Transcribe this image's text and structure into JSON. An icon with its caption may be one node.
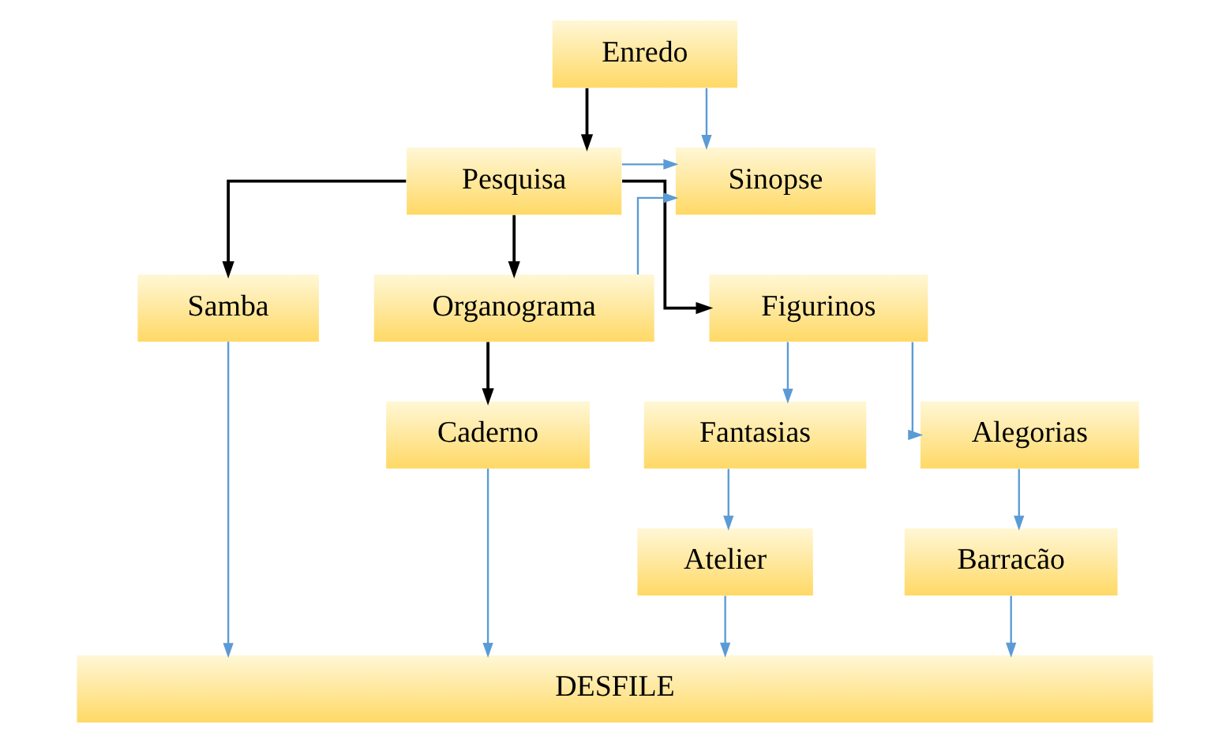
{
  "diagram": {
    "nodes": [
      {
        "text": [
          "Enredo"
        ]
      },
      {
        "text": [
          "Pesquisa"
        ]
      },
      {
        "text": [
          "Sinopse"
        ]
      },
      {
        "text": [
          "Samba"
        ]
      },
      {
        "text": [
          "Organograma"
        ]
      },
      {
        "text": [
          "Figurinos"
        ]
      },
      {
        "text": [
          "Caderno"
        ]
      },
      {
        "text": [
          "Fantasias"
        ]
      },
      {
        "text": [
          "Alegorias"
        ]
      },
      {
        "text": [
          "Atelier"
        ]
      },
      {
        "text": [
          "Barracão"
        ]
      },
      {
        "text": [
          "DESFILE"
        ]
      }
    ],
    "edges": [
      {
        "from": 0,
        "to": 1,
        "arrow": "to",
        "color": "#000000"
      },
      {
        "from": 0,
        "to": 2,
        "arrow": "to"
      },
      {
        "from": 1,
        "to": 2,
        "arrow": "to"
      },
      {
        "from": 4,
        "to": 2,
        "arrow": "to"
      },
      {
        "from": 1,
        "to": 3,
        "arrow": "to",
        "color": "#000000"
      },
      {
        "from": 1,
        "to": 4,
        "arrow": "to",
        "color": "#000000"
      },
      {
        "from": 1,
        "to": 5,
        "arrow": "to",
        "color": "#000000"
      },
      {
        "from": 4,
        "to": 6,
        "arrow": "to",
        "color": "#000000"
      },
      {
        "from": 5,
        "to": 7,
        "arrow": "to"
      },
      {
        "from": 5,
        "to": 8,
        "arrow": "to"
      },
      {
        "from": 7,
        "to": 9,
        "arrow": "to"
      },
      {
        "from": 8,
        "to": 10,
        "arrow": "to"
      },
      {
        "from": 3,
        "to": 11,
        "arrow": "to"
      },
      {
        "from": 6,
        "to": 11,
        "arrow": "to"
      },
      {
        "from": 9,
        "to": 11,
        "arrow": "to"
      },
      {
        "from": 10,
        "to": 11,
        "arrow": "to"
      }
    ]
  }
}
